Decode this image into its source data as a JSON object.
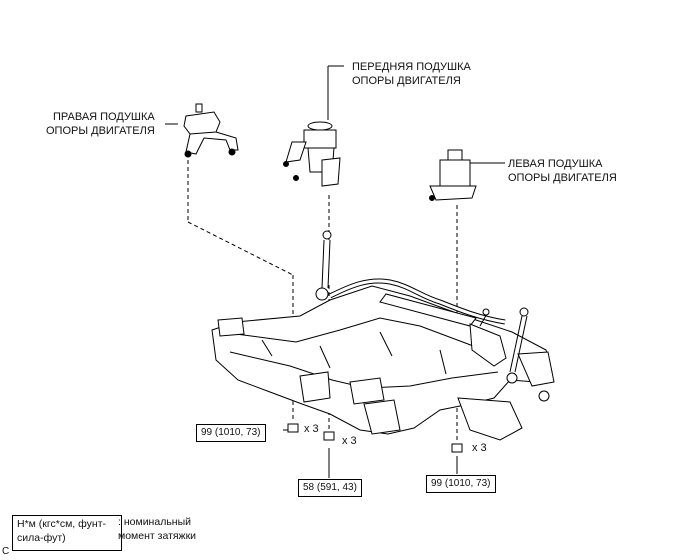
{
  "labels": {
    "right_mount": [
      "ПРАВАЯ ПОДУШКА",
      "ОПОРЫ ДВИГАТЕЛЯ"
    ],
    "front_mount": [
      "ПЕРЕДНЯЯ ПОДУШКА",
      "ОПОРЫ ДВИГАТЕЛЯ"
    ],
    "left_mount": [
      "ЛЕВАЯ ПОДУШКА",
      "ОПОРЫ ДВИГАТЕЛЯ"
    ]
  },
  "torques": {
    "right": "99 (1010, 73)",
    "center": "58 (591, 43)",
    "left": "99 (1010, 73)"
  },
  "quantities": {
    "right": "x 3",
    "center": "x 3",
    "left": "x 3"
  },
  "legend": {
    "box_line1": "Н*м (кгс*см, фунт-",
    "box_line2": "сила-фут)",
    "text_line1": ": номинальный",
    "text_line2": "момент затяжки"
  },
  "corner_mark": "C"
}
